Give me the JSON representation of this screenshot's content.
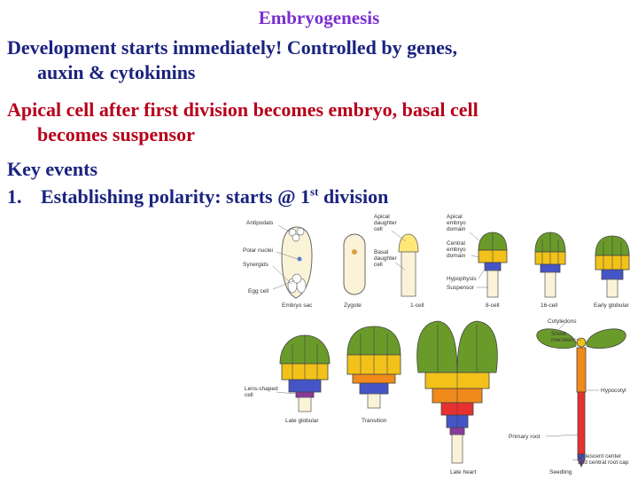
{
  "title": "Embryogenesis",
  "bullets": {
    "development": {
      "line1": "Development starts immediately! Controlled by genes,",
      "line2": "auxin & cytokinins"
    },
    "apical": {
      "line1": "Apical cell after first division becomes embryo, basal cell",
      "line2": "becomes suspensor"
    },
    "key_events": "Key events",
    "item1": {
      "number": "1.",
      "text_before": "Establishing polarity: starts @ 1",
      "superscript": "st",
      "text_after": " division"
    }
  },
  "figure": {
    "labels": {
      "antipodals": "Antipodals",
      "polar_nuclei": "Polar nuclei",
      "synergids": "Synergids",
      "egg_cell": "Egg cell",
      "embryo_sac": "Embryo sac",
      "zygote": "Zygote",
      "apical_daughter_cell": [
        "Apical",
        "daughter",
        "cell"
      ],
      "basal_daughter_cell": [
        "Basal",
        "daughter",
        "cell"
      ],
      "one_cell": "1-cell",
      "apical_embryo_domain": [
        "Apical",
        "embryo",
        "domain"
      ],
      "central_embryo_domain": [
        "Central",
        "embryo",
        "domain"
      ],
      "hypophysis": "Hypophysis",
      "suspensor": "Suspensor",
      "eight_cell": "8-cell",
      "sixteen_cell": "16-cell",
      "early_globular": "Early globular",
      "lens_shaped_cell": [
        "Lens-shaped",
        "cell"
      ],
      "late_globular": "Late globular",
      "transition": "Transition",
      "late_heart": "Late heart",
      "cotyledons": "Cotyledons",
      "shoot_meristem": [
        "Shoot",
        "meristem"
      ],
      "hypocotyl": "Hypocotyl",
      "primary_root": "Primary root",
      "quiescent_center": [
        "Quiescent center",
        "and central root cap"
      ],
      "seedling": "Seedling"
    },
    "colors": {
      "green": "#6a9b2a",
      "yellow": "#f2c21a",
      "orange": "#f08a1a",
      "blue": "#4555c8",
      "purple": "#8a3a9a",
      "red": "#e83030",
      "cream": "#fbf3d8"
    }
  }
}
